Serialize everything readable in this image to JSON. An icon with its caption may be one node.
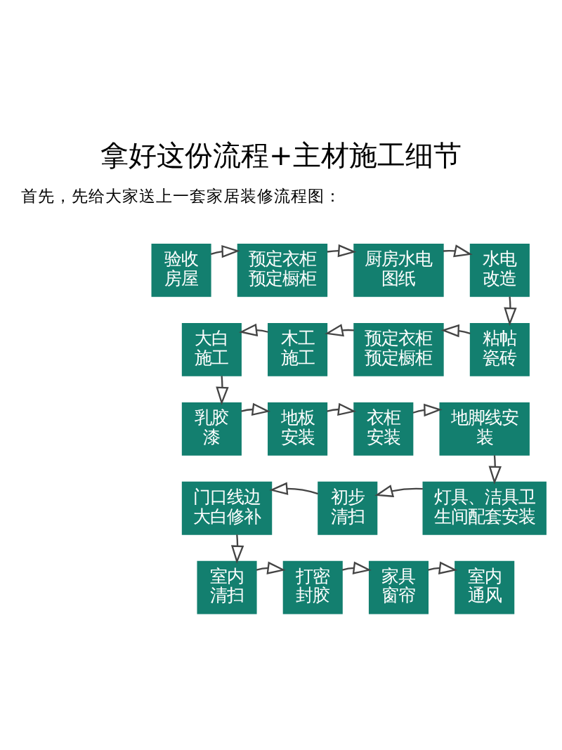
{
  "diagram": {
    "title": "拿好这份流程+主材施工细节",
    "nodes": [
      {
        "text": [
          "验收房屋"
        ]
      },
      {
        "text": [
          "预定衣柜预定橱柜"
        ]
      },
      {
        "text": [
          "厨房水电图纸"
        ]
      },
      {
        "text": [
          "水电改造"
        ]
      },
      {
        "text": [
          "粘帖瓷砖"
        ]
      },
      {
        "text": [
          "预定衣柜预定橱柜"
        ]
      },
      {
        "text": [
          "木工施工"
        ]
      },
      {
        "text": [
          "大白施工"
        ]
      },
      {
        "text": [
          "乳胶漆"
        ]
      },
      {
        "text": [
          "地板安装"
        ]
      },
      {
        "text": [
          "衣柜安装"
        ]
      },
      {
        "text": [
          "地脚线安装"
        ]
      },
      {
        "text": [
          "灯具、洁具卫生间配套安装"
        ]
      },
      {
        "text": [
          "初步清扫"
        ]
      },
      {
        "text": [
          "门口线边大白修补"
        ]
      },
      {
        "text": [
          "室内清扫"
        ]
      },
      {
        "text": [
          "打密封胶"
        ]
      },
      {
        "text": [
          "家具窗帘"
        ]
      },
      {
        "text": [
          "室内通风"
        ]
      }
    ],
    "edges": [
      {
        "from": 0,
        "to": 1,
        "arrow": "to"
      },
      {
        "from": 1,
        "to": 2,
        "arrow": "to"
      },
      {
        "from": 2,
        "to": 3,
        "arrow": "to"
      },
      {
        "from": 3,
        "to": 4,
        "arrow": "to"
      },
      {
        "from": 4,
        "to": 5,
        "arrow": "to"
      },
      {
        "from": 5,
        "to": 6,
        "arrow": "to"
      },
      {
        "from": 6,
        "to": 7,
        "arrow": "to"
      },
      {
        "from": 7,
        "to": 8,
        "arrow": "to"
      },
      {
        "from": 8,
        "to": 9,
        "arrow": "to"
      },
      {
        "from": 9,
        "to": 10,
        "arrow": "to"
      },
      {
        "from": 10,
        "to": 11,
        "arrow": "to"
      },
      {
        "from": 11,
        "to": 12,
        "arrow": "to"
      },
      {
        "from": 12,
        "to": 13,
        "arrow": "to"
      },
      {
        "from": 13,
        "to": 14,
        "arrow": "to"
      },
      {
        "from": 14,
        "to": 15,
        "arrow": "to"
      },
      {
        "from": 15,
        "to": 16,
        "arrow": "to"
      },
      {
        "from": 16,
        "to": 17,
        "arrow": "to"
      },
      {
        "from": 17,
        "to": 18,
        "arrow": "to"
      }
    ],
    "labels": [
      "首先，先给大家送上一套家居装修流程图："
    ]
  }
}
